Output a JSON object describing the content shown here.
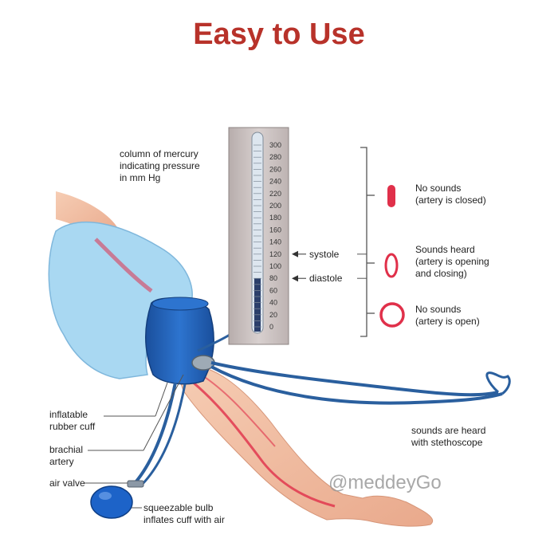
{
  "title": "Easy to Use",
  "manometer": {
    "label": "column of mercury\nindicating pressure\nin mm Hg",
    "scale": [
      "300",
      "280",
      "260",
      "240",
      "220",
      "200",
      "180",
      "160",
      "140",
      "120",
      "100",
      "80",
      "60",
      "40",
      "20",
      "0"
    ],
    "systole_label": "systole",
    "diastole_label": "diastole",
    "systole_value": 120,
    "diastole_value": 80
  },
  "states": [
    {
      "text": "No sounds\n(artery is closed)",
      "shape": "closed"
    },
    {
      "text": "Sounds heard\n(artery is opening\nand closing)",
      "shape": "partial"
    },
    {
      "text": "No sounds\n(artery is open)",
      "shape": "open"
    }
  ],
  "labels": {
    "cuff": "inflatable\nrubber cuff",
    "artery": "brachial\nartery",
    "valve": "air valve",
    "bulb": "squeezable bulb\ninflates cuff with air",
    "stethoscope": "sounds are heard\nwith stethoscope"
  },
  "watermark": "@meddeyGo",
  "colors": {
    "title": "#b8322a",
    "artery": "#e0304a",
    "cuff": "#1e5fb5",
    "tube": "#2a5f9e",
    "sleeve": "#a9d8f2"
  }
}
